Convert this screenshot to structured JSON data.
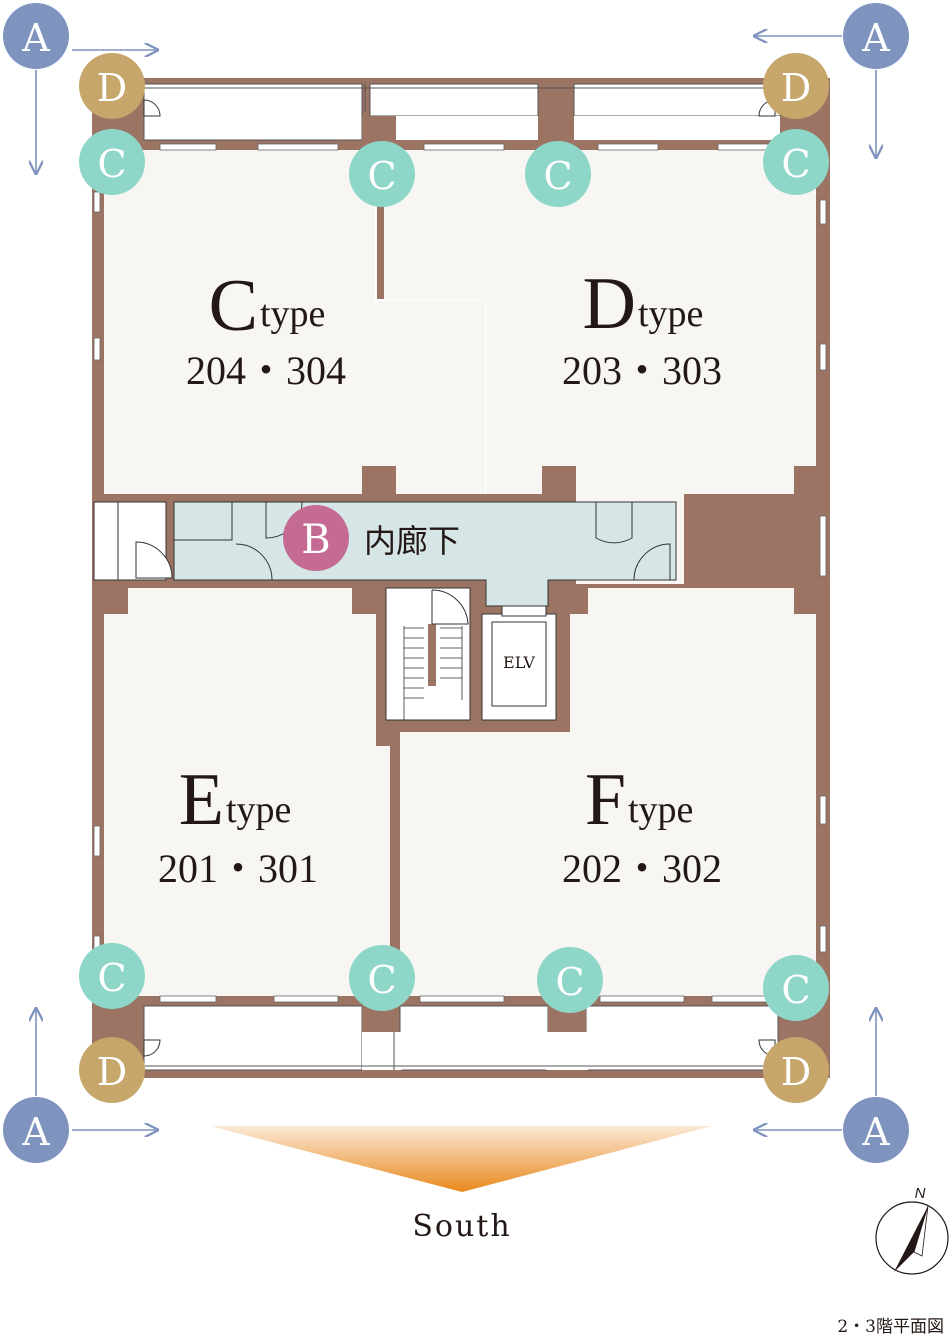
{
  "units": {
    "c": {
      "letter": "C",
      "suffix": "type",
      "rooms": "204・304"
    },
    "d": {
      "letter": "D",
      "suffix": "type",
      "rooms": "203・303"
    },
    "e": {
      "letter": "E",
      "suffix": "type",
      "rooms": "201・301"
    },
    "f": {
      "letter": "F",
      "suffix": "type",
      "rooms": "202・302"
    }
  },
  "corridor": {
    "marker": "B",
    "label": "内廊下"
  },
  "elevator_label": "ELV",
  "markers": {
    "a": "A",
    "c": "C",
    "d": "D"
  },
  "direction_label": "South",
  "compass_label": "N",
  "floor_caption": "2・3階平面図",
  "colors": {
    "wall": "#9b7463",
    "room": "#f7f6f2",
    "corridor": "#d6e6e6",
    "marker_a": "#7f93bf",
    "marker_c": "#8ed6c8",
    "marker_d": "#c6a66a",
    "marker_b": "#c56b93",
    "arrow": "#7f93bf",
    "south_arrow": "#e8891c"
  }
}
